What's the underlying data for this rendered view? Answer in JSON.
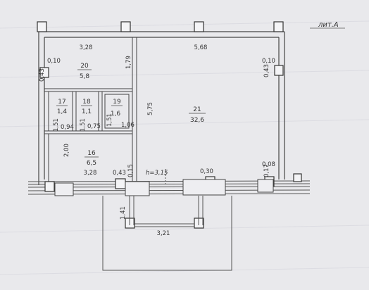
{
  "title": "лит.А",
  "rooms": [
    {
      "id": "20",
      "number": "20",
      "area": "5,8"
    },
    {
      "id": "17",
      "number": "17",
      "area": "1,4"
    },
    {
      "id": "18",
      "number": "18",
      "area": "1,1"
    },
    {
      "id": "19",
      "number": "19",
      "area": "1,6"
    },
    {
      "id": "16",
      "number": "16",
      "area": "6,5"
    },
    {
      "id": "21",
      "number": "21",
      "area": "32,6"
    }
  ],
  "dimensions": {
    "top_left_width": "3,28",
    "top_right_width": "5,68",
    "left_wall": "0,10",
    "left_height": "0,43",
    "partition_h": "1,79",
    "right_wall": "0,10",
    "right_height": "0,43",
    "room17_height": "1,51",
    "room17_width": "0,94",
    "room18_height": "1,51",
    "room18_width": "0,75",
    "room19_height": "1,51",
    "room19_width": "1,06",
    "partition_v": "5,75",
    "room16_height": "2,00",
    "bottom_left_width": "3,28",
    "wall_a": "0,43",
    "wall_b": "0,15",
    "ceiling_height": "h=3,15",
    "wall_c": "0,30",
    "wall_d": "0,08",
    "wall_e": "0,17",
    "porch_depth": "1,41",
    "porch_width": "3,21"
  }
}
